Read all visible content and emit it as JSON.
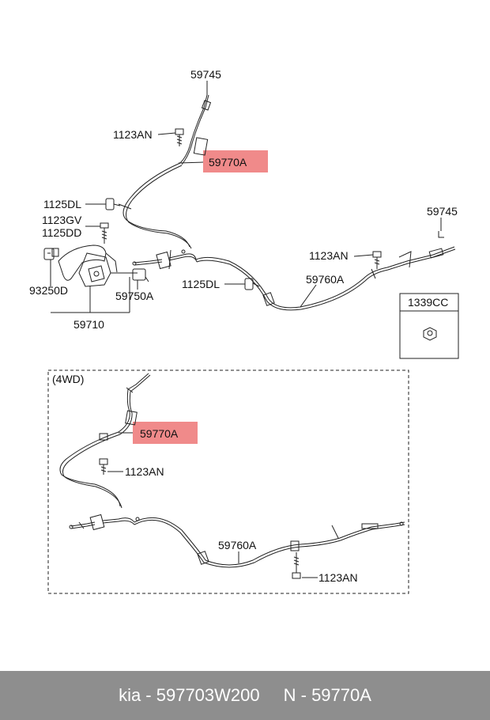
{
  "labels": {
    "p59745_top": "59745",
    "p1123AN_top": "1123AN",
    "p59770A_top": "59770A",
    "p1125DL_left": "1125DL",
    "p1123GV": "1123GV",
    "p1125DD": "1125DD",
    "p59745_right": "59745",
    "p1123AN_mid": "1123AN",
    "p93250D": "93250D",
    "p59750A": "59750A",
    "p1125DL_mid": "1125DL",
    "p59760A_top": "59760A",
    "p59710": "59710",
    "p1339CC": "1339CC",
    "section_4wd": "(4WD)",
    "p59770A_4wd": "59770A",
    "p1123AN_4wd_a": "1123AN",
    "p59760A_4wd": "59760A",
    "p1123AN_4wd_b": "1123AN"
  },
  "colors": {
    "highlight": "#f08a8a",
    "footer_bg": "#8e8e8e",
    "line": "#222222"
  },
  "footer": {
    "brand_part": "kia - 597703W200",
    "ref": "N - 59770A"
  }
}
